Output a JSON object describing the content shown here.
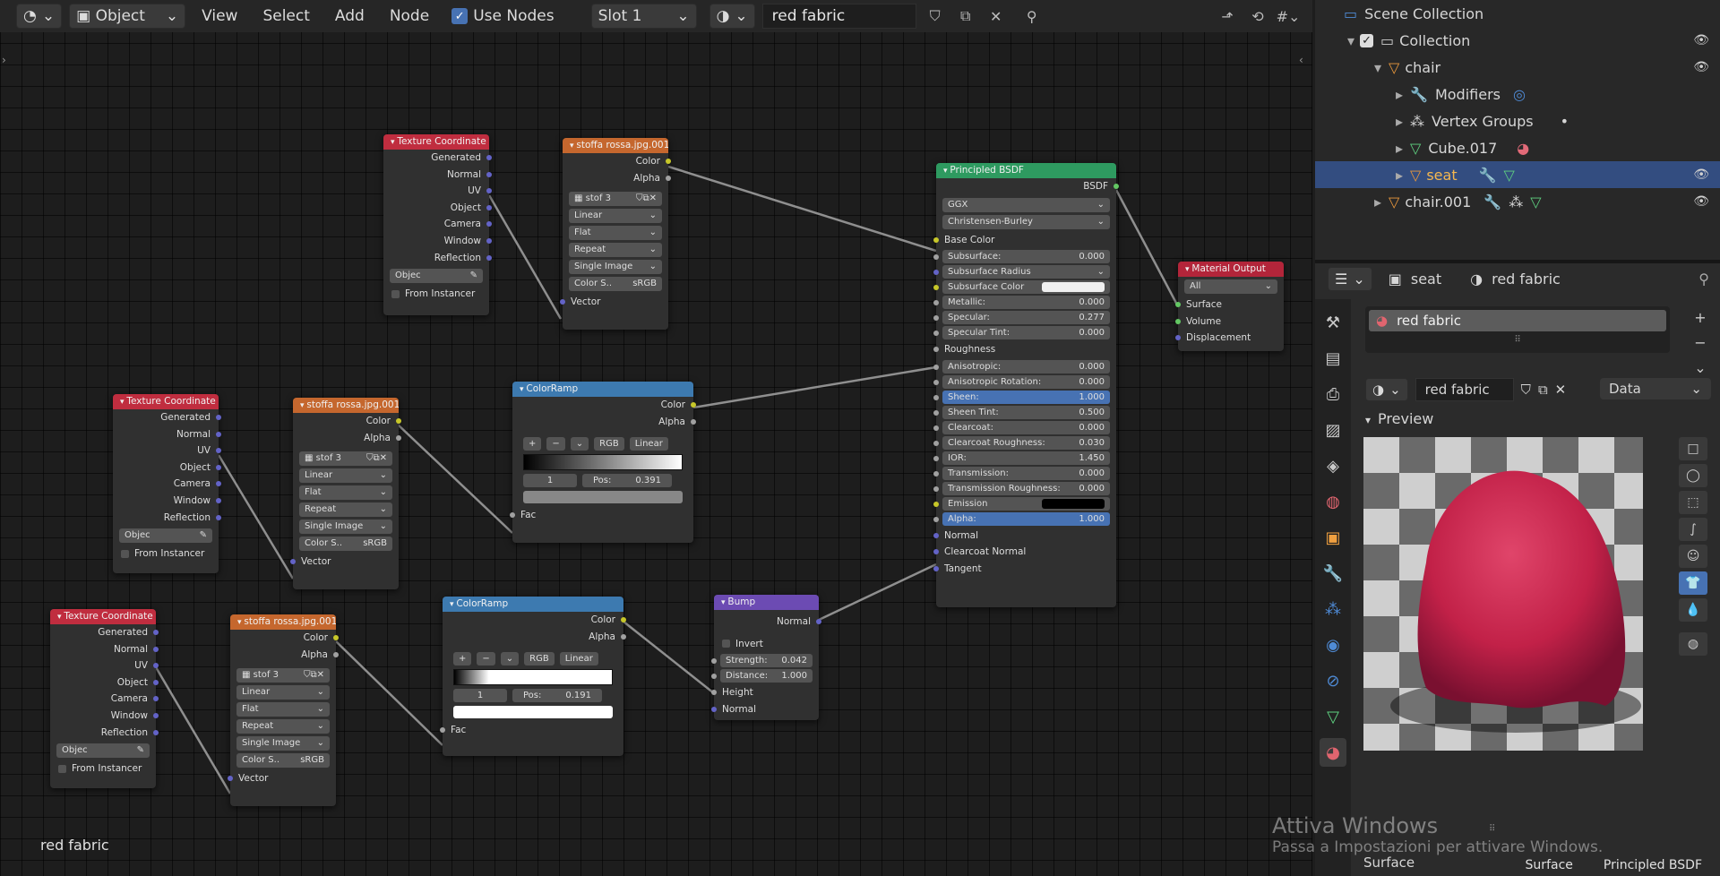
{
  "header": {
    "mode": "Object",
    "menus": [
      "View",
      "Select",
      "Add",
      "Node"
    ],
    "use_nodes_label": "Use Nodes",
    "slot": "Slot 1",
    "material_name": "red fabric"
  },
  "footer_label": "red fabric",
  "nodes": {
    "tc_labels": [
      "Generated",
      "Normal",
      "UV",
      "Object",
      "Camera",
      "Window",
      "Reflection"
    ],
    "tc_title": "Texture Coordinate",
    "tc_obj_label": "Objec",
    "tc_from_instancer": "From Instancer",
    "img_title": "stoffa rossa.jpg.001",
    "img_color": "Color",
    "img_alpha": "Alpha",
    "img_file": "stof",
    "img_users": "3",
    "img_interp": "Linear",
    "img_proj": "Flat",
    "img_ext": "Repeat",
    "img_source": "Single Image",
    "img_cs_label": "Color S..",
    "img_cs_value": "sRGB",
    "img_vector": "Vector",
    "ramp_title": "ColorRamp",
    "ramp_color": "Color",
    "ramp_alpha": "Alpha",
    "ramp_mode": "RGB",
    "ramp_interp": "Linear",
    "ramp_index": "1",
    "ramp_pos_label": "Pos:",
    "ramp1_pos": "0.391",
    "ramp2_pos": "0.191",
    "ramp_fac": "Fac",
    "bump_title": "Bump",
    "bump_normal_out": "Normal",
    "bump_invert": "Invert",
    "bump_strength_label": "Strength:",
    "bump_strength": "0.042",
    "bump_distance_label": "Distance:",
    "bump_distance": "1.000",
    "bump_height": "Height",
    "bump_normal_in": "Normal",
    "bsdf_title": "Principled BSDF",
    "bsdf_out": "BSDF",
    "bsdf_dist": "GGX",
    "bsdf_sss": "Christensen-Burley",
    "bsdf_base_color": "Base Color",
    "bsdf_rows": [
      {
        "label": "Subsurface:",
        "value": "0.000",
        "hl": false
      },
      {
        "label": "Subsurface Radius",
        "value": "",
        "hl": false,
        "sel": true
      },
      {
        "label": "Subsurface Color",
        "value": "",
        "hl": false,
        "swatch": "#f0f0f0"
      },
      {
        "label": "Metallic:",
        "value": "0.000",
        "hl": false
      },
      {
        "label": "Specular:",
        "value": "0.277",
        "hl": false
      },
      {
        "label": "Specular Tint:",
        "value": "0.000",
        "hl": false
      },
      {
        "label": "Roughness",
        "value": "",
        "hl": false,
        "plain": true
      },
      {
        "label": "Anisotropic:",
        "value": "0.000",
        "hl": false
      },
      {
        "label": "Anisotropic Rotation:",
        "value": "0.000",
        "hl": false
      },
      {
        "label": "Sheen:",
        "value": "1.000",
        "hl": true
      },
      {
        "label": "Sheen Tint:",
        "value": "0.500",
        "hl": false
      },
      {
        "label": "Clearcoat:",
        "value": "0.000",
        "hl": false
      },
      {
        "label": "Clearcoat Roughness:",
        "value": "0.030",
        "hl": false
      },
      {
        "label": "IOR:",
        "value": "1.450",
        "hl": false
      },
      {
        "label": "Transmission:",
        "value": "0.000",
        "hl": false
      },
      {
        "label": "Transmission Roughness:",
        "value": "0.000",
        "hl": false
      },
      {
        "label": "Emission",
        "value": "",
        "hl": false,
        "swatch": "#000000"
      },
      {
        "label": "Alpha:",
        "value": "1.000",
        "hl": true
      }
    ],
    "bsdf_normal": "Normal",
    "bsdf_cc_normal": "Clearcoat Normal",
    "bsdf_tangent": "Tangent",
    "out_title": "Material Output",
    "out_target": "All",
    "out_surface": "Surface",
    "out_volume": "Volume",
    "out_displacement": "Displacement"
  },
  "outliner": {
    "scene_collection": "Scene Collection",
    "collection": "Collection",
    "chair": "chair",
    "modifiers": "Modifiers",
    "vertex_groups": "Vertex Groups",
    "cube": "Cube.017",
    "seat": "seat",
    "chair001": "chair.001"
  },
  "properties": {
    "object": "seat",
    "material": "red fabric",
    "slot_item": "red fabric",
    "mat_field": "red fabric",
    "data_select": "Data",
    "preview": "Preview",
    "surface": "Surface"
  },
  "watermark": {
    "line1": "Attiva Windows",
    "line2": "Passa a Impostazioni per attivare Windows."
  },
  "status": {
    "left": "Surface",
    "right": "Principled BSDF"
  },
  "colors": {
    "accent": "#4772b3",
    "outliner_selected": "#334d80"
  }
}
